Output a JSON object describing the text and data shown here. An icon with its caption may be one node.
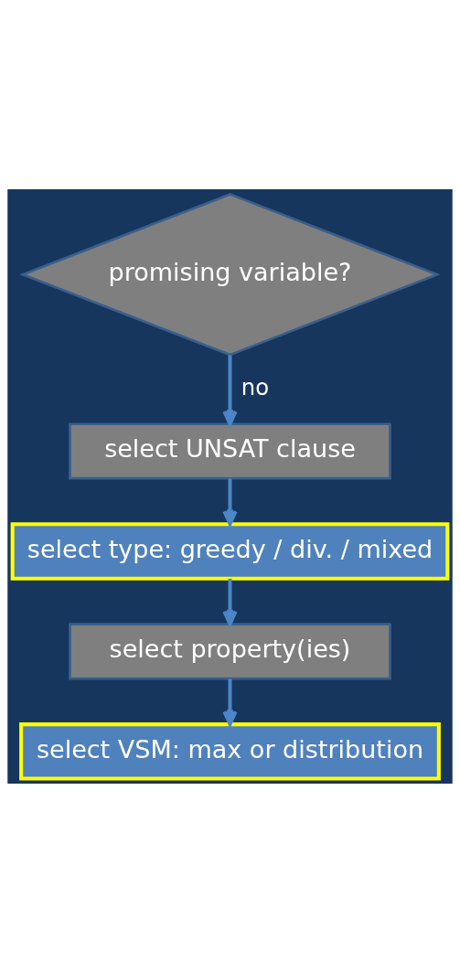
{
  "diagram": {
    "nodes": [
      {
        "text": [
          "promising variable?"
        ]
      },
      {
        "text": [
          "select UNSAT clause"
        ]
      },
      {
        "text": [
          "select type: greedy / div. / mixed"
        ]
      },
      {
        "text": [
          "select property(ies)"
        ]
      },
      {
        "text": [
          "select VSM: max or distribution"
        ]
      }
    ],
    "edges": [
      {
        "from": 0,
        "to": 1,
        "arrow": "to",
        "label": "no"
      },
      {
        "from": 1,
        "to": 2,
        "arrow": "to"
      },
      {
        "from": 2,
        "to": 3,
        "arrow": "to"
      },
      {
        "from": 3,
        "to": 4,
        "arrow": "to"
      }
    ]
  }
}
